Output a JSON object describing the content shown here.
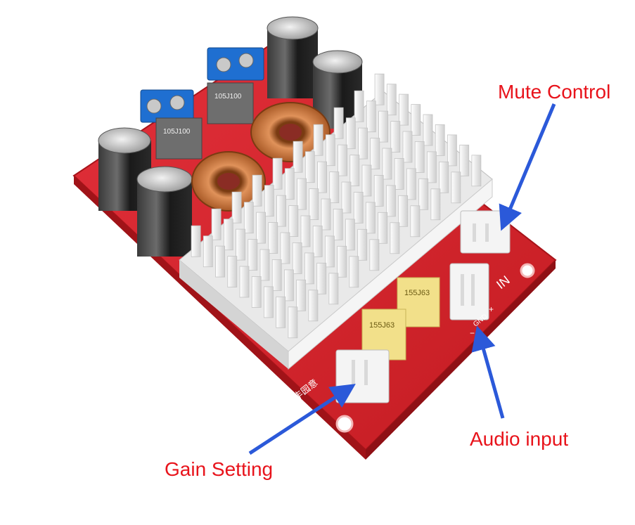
{
  "labels": {
    "mute_control": "Mute Control",
    "audio_input": "Audio input",
    "gain_setting": "Gain Setting"
  },
  "board_silkscreen": {
    "brand": "丰园意",
    "input_mark": "IN",
    "gnd_mark": "GND",
    "plus_mark": "+",
    "minus_mark": "−"
  },
  "components": {
    "film_cap_marking": "155J63",
    "box_cap_marking": "105J100"
  },
  "colors": {
    "callout_text": "#e8131b",
    "arrow": "#2b59d9",
    "pcb": "#d8232a",
    "heatsink": "#e6e6e6",
    "coil": "#c8733f"
  }
}
